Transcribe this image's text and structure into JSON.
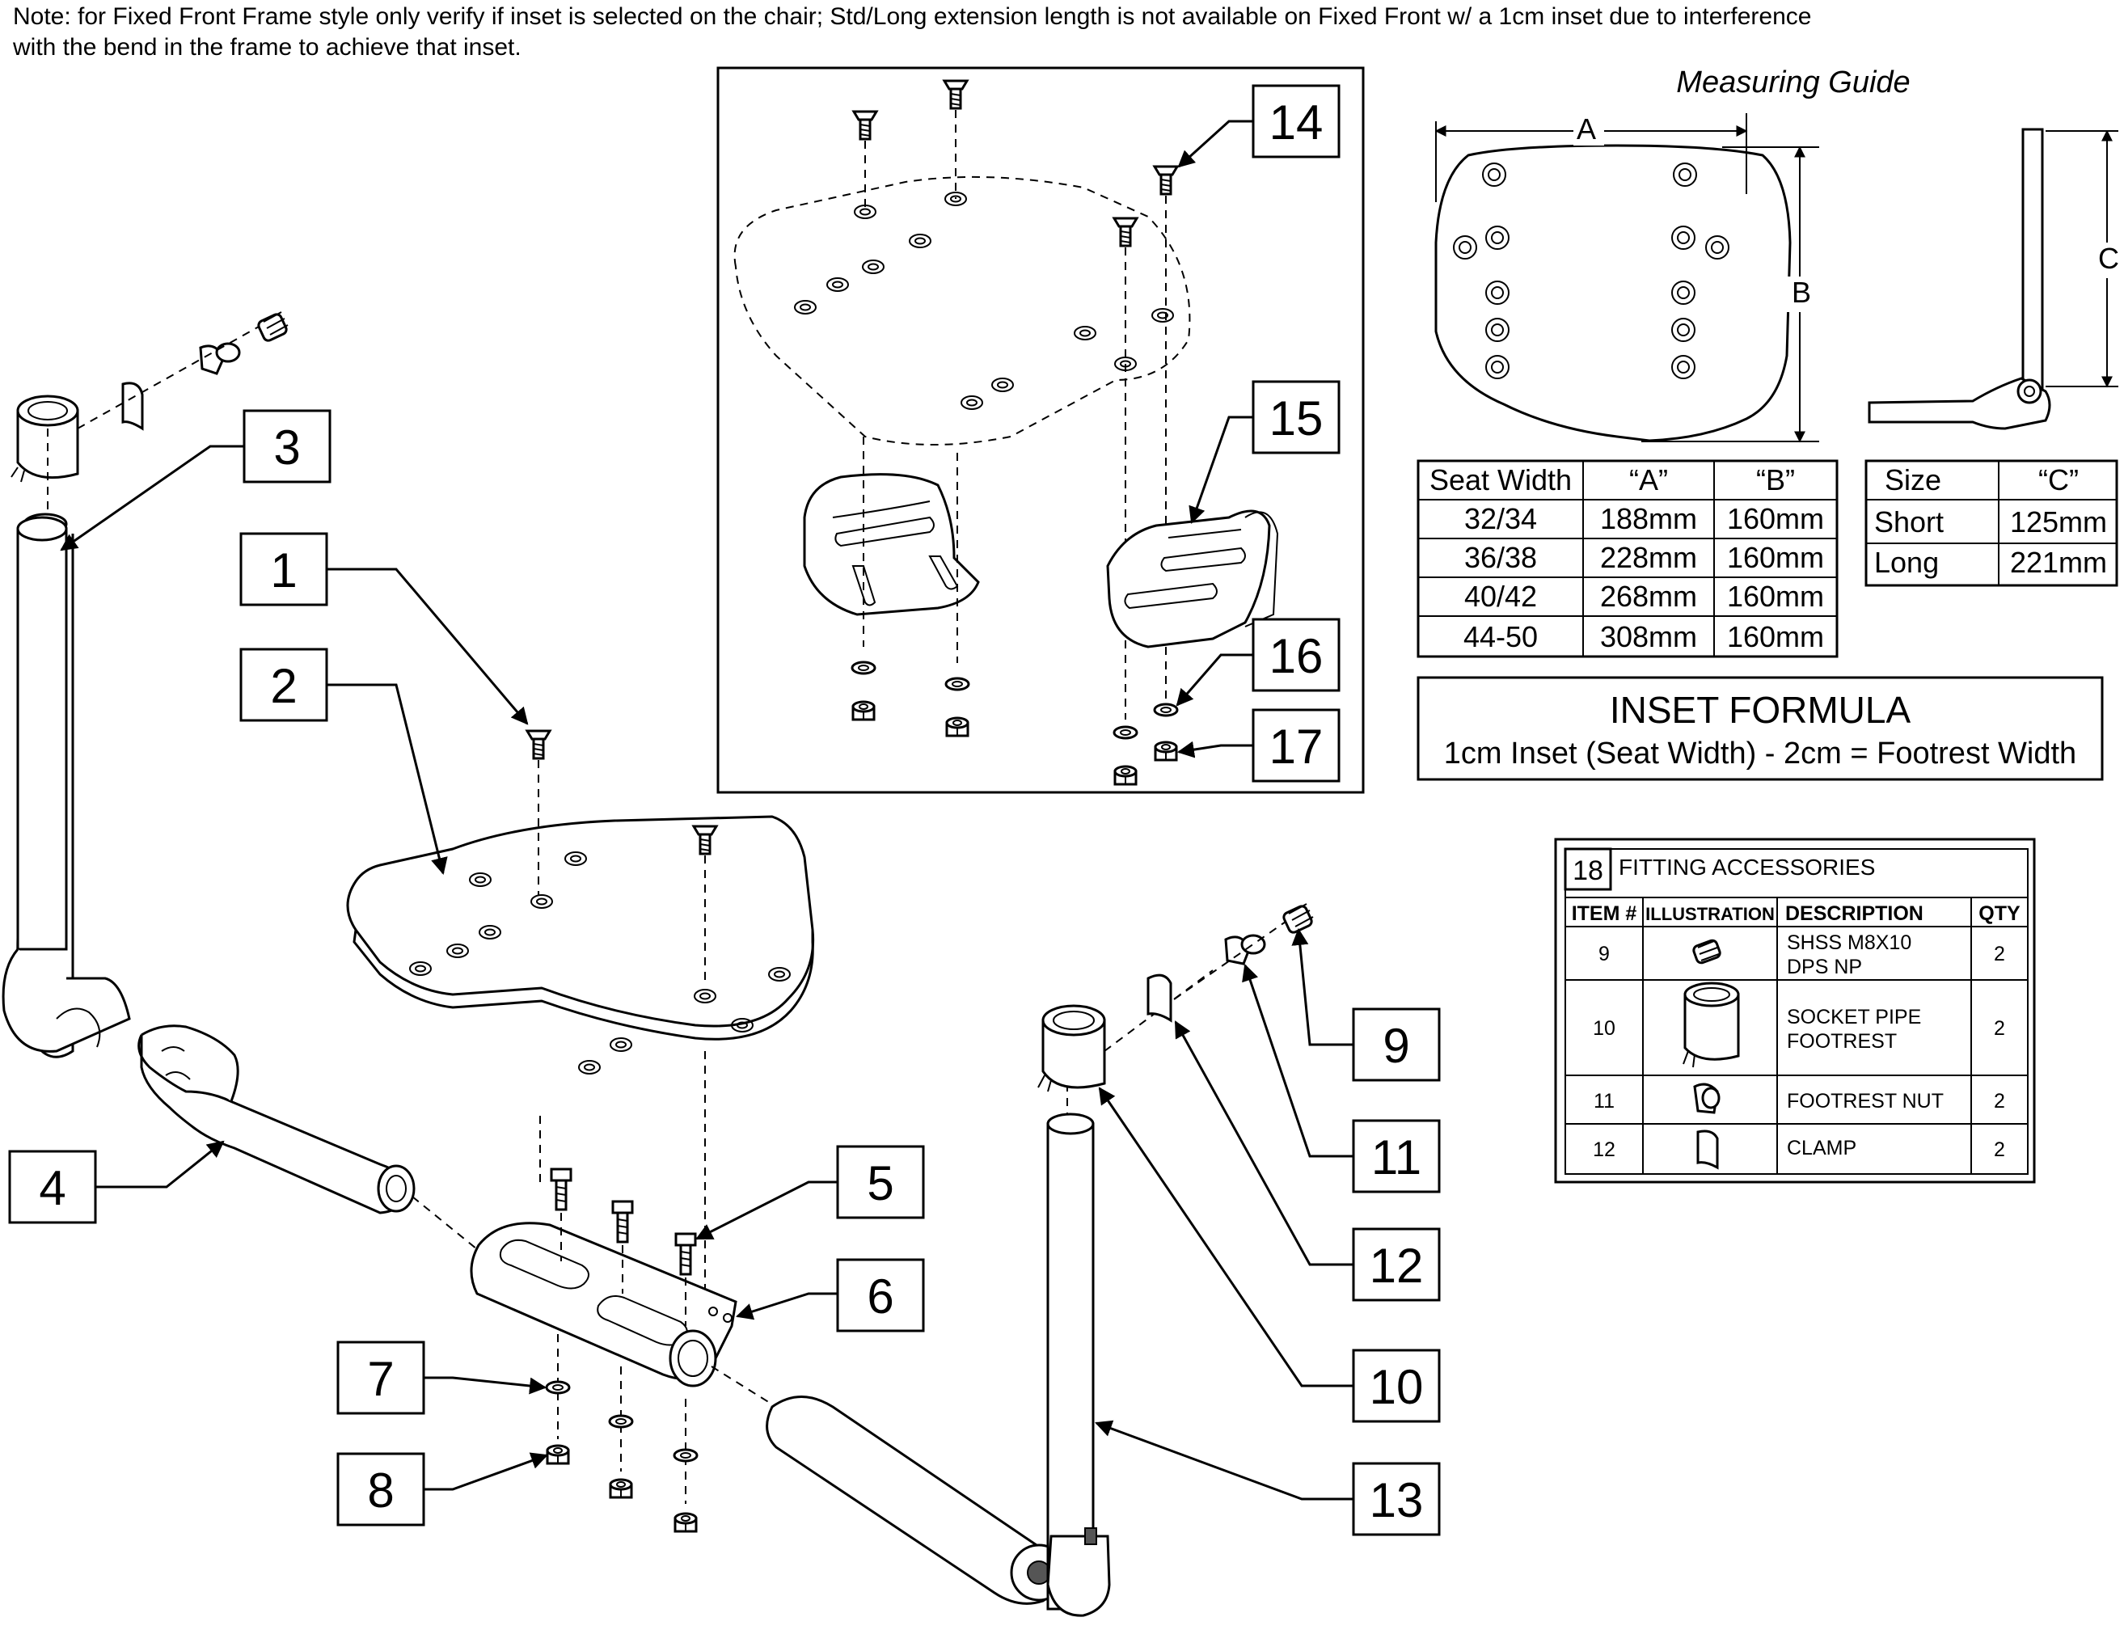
{
  "note": {
    "line1": "Note: for Fixed Front Frame style only verify if inset is selected on the chair; Std/Long extension length is not available on Fixed Front w/ a 1cm inset due to interference",
    "line2": "with the bend in the frame to achieve that inset."
  },
  "callouts": [
    "1",
    "2",
    "3",
    "4",
    "5",
    "6",
    "7",
    "8",
    "9",
    "10",
    "11",
    "12",
    "13",
    "14",
    "15",
    "16",
    "17"
  ],
  "measuring_guide": {
    "title": "Measuring Guide",
    "dim_a": "A",
    "dim_b": "B",
    "dim_c": "C"
  },
  "seat_table": {
    "headers": [
      "Seat Width",
      "“A”",
      "“B”"
    ],
    "rows": [
      [
        "32/34",
        "188mm",
        "160mm"
      ],
      [
        "36/38",
        "228mm",
        "160mm"
      ],
      [
        "40/42",
        "268mm",
        "160mm"
      ],
      [
        "44-50",
        "308mm",
        "160mm"
      ]
    ]
  },
  "size_table": {
    "headers": [
      "Size",
      "“C”"
    ],
    "rows": [
      [
        "Short",
        "125mm"
      ],
      [
        "Long",
        "221mm"
      ]
    ]
  },
  "inset_formula": {
    "title": "INSET FORMULA",
    "formula": "1cm Inset (Seat Width) - 2cm = Footrest Width"
  },
  "accessories": {
    "number": "18",
    "title": "FITTING ACCESSORIES",
    "headers": [
      "ITEM #",
      "ILLUSTRATION",
      "DESCRIPTION",
      "QTY"
    ],
    "rows": [
      {
        "item": "9",
        "desc1": "SHSS M8X10",
        "desc2": "DPS NP",
        "qty": "2",
        "icon": "set-screw-icon"
      },
      {
        "item": "10",
        "desc1": "SOCKET PIPE",
        "desc2": "FOOTREST",
        "qty": "2",
        "icon": "socket-pipe-icon"
      },
      {
        "item": "11",
        "desc1": "FOOTREST NUT",
        "desc2": "",
        "qty": "2",
        "icon": "footrest-nut-icon"
      },
      {
        "item": "12",
        "desc1": "CLAMP",
        "desc2": "",
        "qty": "2",
        "icon": "clamp-icon"
      }
    ]
  }
}
